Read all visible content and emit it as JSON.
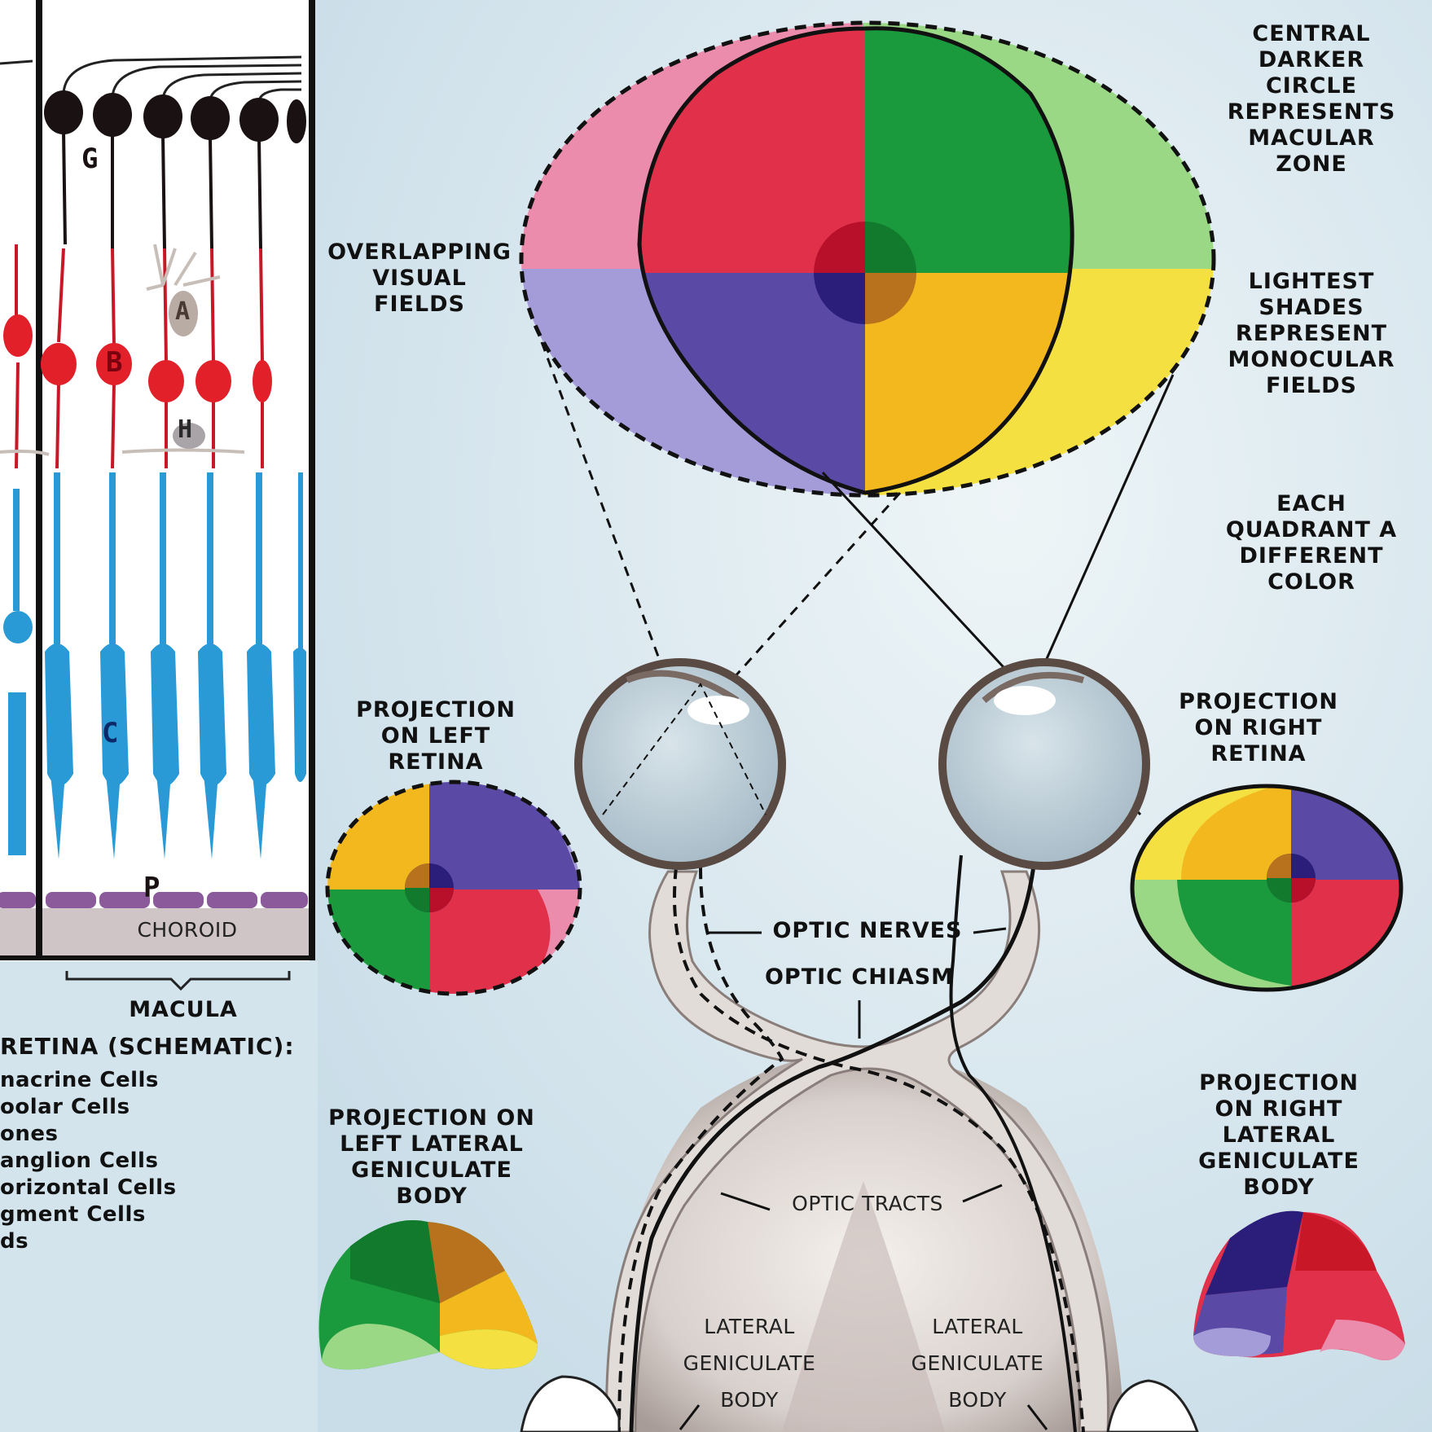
{
  "labels": {
    "central_darker_circle": "CENTRAL\nDARKER\nCIRCLE\nREPRESENTS\nMACULAR\nZONE",
    "overlapping_visual_fields": "OVERLAPPING\nVISUAL\nFIELDS",
    "lightest_shades": "LIGHTEST\nSHADES\nREPRESENT\nMONOCULAR\nFIELDS",
    "each_quadrant": "EACH\nQUADRANT A\nDIFFERENT\nCOLOR",
    "projection_left_retina": "PROJECTION\nON LEFT\nRETINA",
    "projection_right_retina": "PROJECTION\nON RIGHT\nRETINA",
    "optic_nerves": "OPTIC NERVES",
    "optic_chiasm": "OPTIC CHIASM",
    "optic_tracts": "OPTIC TRACTS",
    "projection_left_lgb": "PROJECTION ON\nLEFT LATERAL\nGENICULATE\nBODY",
    "projection_right_lgb": "PROJECTION\nON RIGHT\nLATERAL\nGENICULATE\nBODY",
    "lgb_left": "LATERAL\nGENICULATE\nBODY",
    "lgb_right": "LATERAL\nGENICULATE\nBODY",
    "choroid": "CHOROID",
    "macula": "MACULA"
  },
  "cell_letters": {
    "g": "G",
    "a": "A",
    "b": "B",
    "h": "H",
    "c": "C",
    "p": "P"
  },
  "legend": {
    "title": "RETINA (SCHEMATIC):",
    "items": [
      "nacrine Cells",
      "oolar Cells",
      "ones",
      "anglion Cells",
      "orizontal Cells",
      "gment Cells",
      "ds"
    ]
  },
  "colors": {
    "background": "#d6e6ee",
    "red_quadrant": "#e0304a",
    "green_quadrant": "#1a9a3c",
    "blue_quadrant": "#5a4aa6",
    "yellow_quadrant": "#f2b81e",
    "pink_monocular": "#ec8cac",
    "light_green_monocular": "#9ad886",
    "lavender_monocular": "#a49cd8",
    "light_yellow_monocular": "#f4e040",
    "ganglion_cells": "#1a1212",
    "bipolar_cells": "#e2202a",
    "cones": "#2a9ad6",
    "choroid": "#cfc4c6",
    "pigment": "#8a5a9a"
  }
}
